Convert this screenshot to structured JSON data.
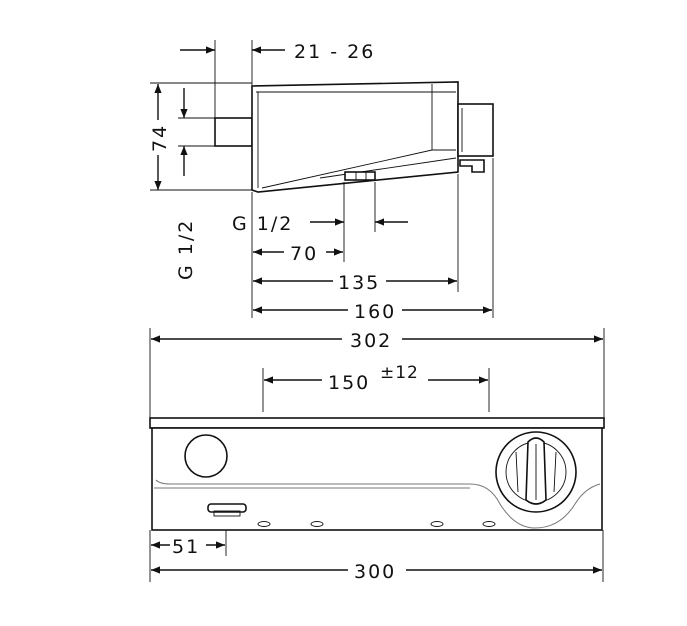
{
  "dimensions": {
    "wall_gap": "21 - 26",
    "height_74": "74",
    "thread_side": "G 1/2",
    "thread_bottom": "G 1/2",
    "d70": "70",
    "d135": "135",
    "d160": "160",
    "d302": "302",
    "d150": "150",
    "tolerance": "±12",
    "d51": "51",
    "d300": "300"
  },
  "colors": {
    "line": "#111111",
    "background": "#ffffff",
    "shade": "#777777"
  }
}
